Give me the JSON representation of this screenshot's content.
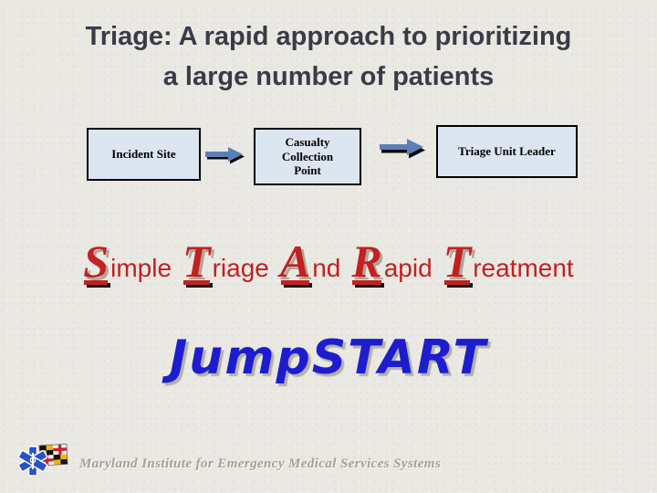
{
  "title": {
    "line1": "Triage: A rapid approach to prioritizing",
    "line2": "a large number of patients"
  },
  "flow": {
    "boxes": [
      {
        "label": "Incident Site"
      },
      {
        "label": "Casualty Collection Point"
      },
      {
        "label": "Triage Unit Leader"
      }
    ],
    "arrow_icon": "right-block-arrow-icon"
  },
  "acronym": {
    "words": [
      {
        "initial": "S",
        "rest": "imple"
      },
      {
        "initial": "T",
        "rest": "riage"
      },
      {
        "initial": "A",
        "rest": "nd"
      },
      {
        "initial": "R",
        "rest": "apid"
      },
      {
        "initial": "T",
        "rest": "reatment"
      }
    ]
  },
  "jumpstart": {
    "text": "JumpSTART"
  },
  "footer": {
    "org": "Maryland Institute for Emergency Medical Services Systems",
    "logo_icon": "star-of-life-maryland-flag-icon"
  },
  "colors": {
    "title_color": "#3b3b48",
    "accent_red": "#c32020",
    "accent_blue": "#1d1dcf",
    "box_fill": "#dce6f1",
    "arrow_blue": "#5b80b8",
    "footer_gray": "#a2a099"
  }
}
